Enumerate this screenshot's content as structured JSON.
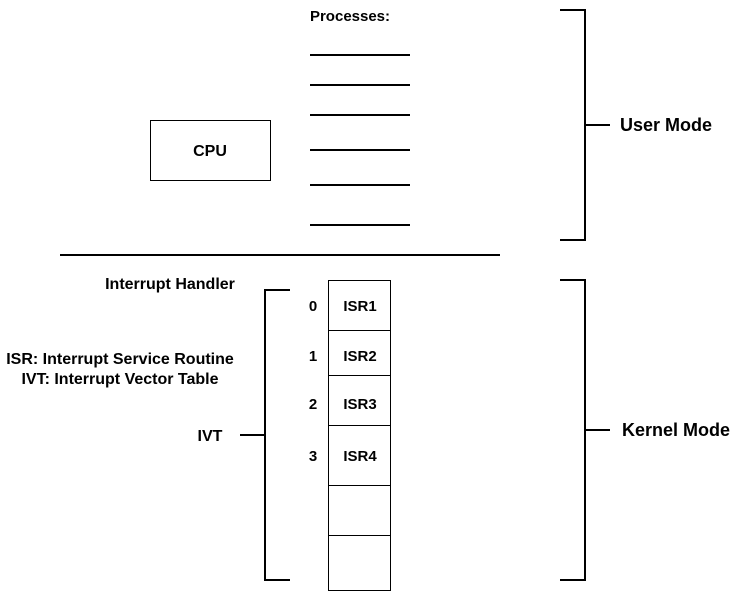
{
  "processes_label": "Processes:",
  "cpu_label": "CPU",
  "user_mode_label": "User Mode",
  "kernel_mode_label": "Kernel Mode",
  "interrupt_handler_label": "Interrupt Handler",
  "isr_legend": "ISR: Interrupt Service Routine",
  "ivt_legend": "IVT: Interrupt Vector Table",
  "ivt_label": "IVT",
  "process_count": 6,
  "ivt_entries": [
    {
      "index": "0",
      "name": "ISR1"
    },
    {
      "index": "1",
      "name": "ISR2"
    },
    {
      "index": "2",
      "name": "ISR3"
    },
    {
      "index": "3",
      "name": "ISR4"
    },
    {
      "index": "",
      "name": ""
    },
    {
      "index": "",
      "name": ""
    }
  ]
}
